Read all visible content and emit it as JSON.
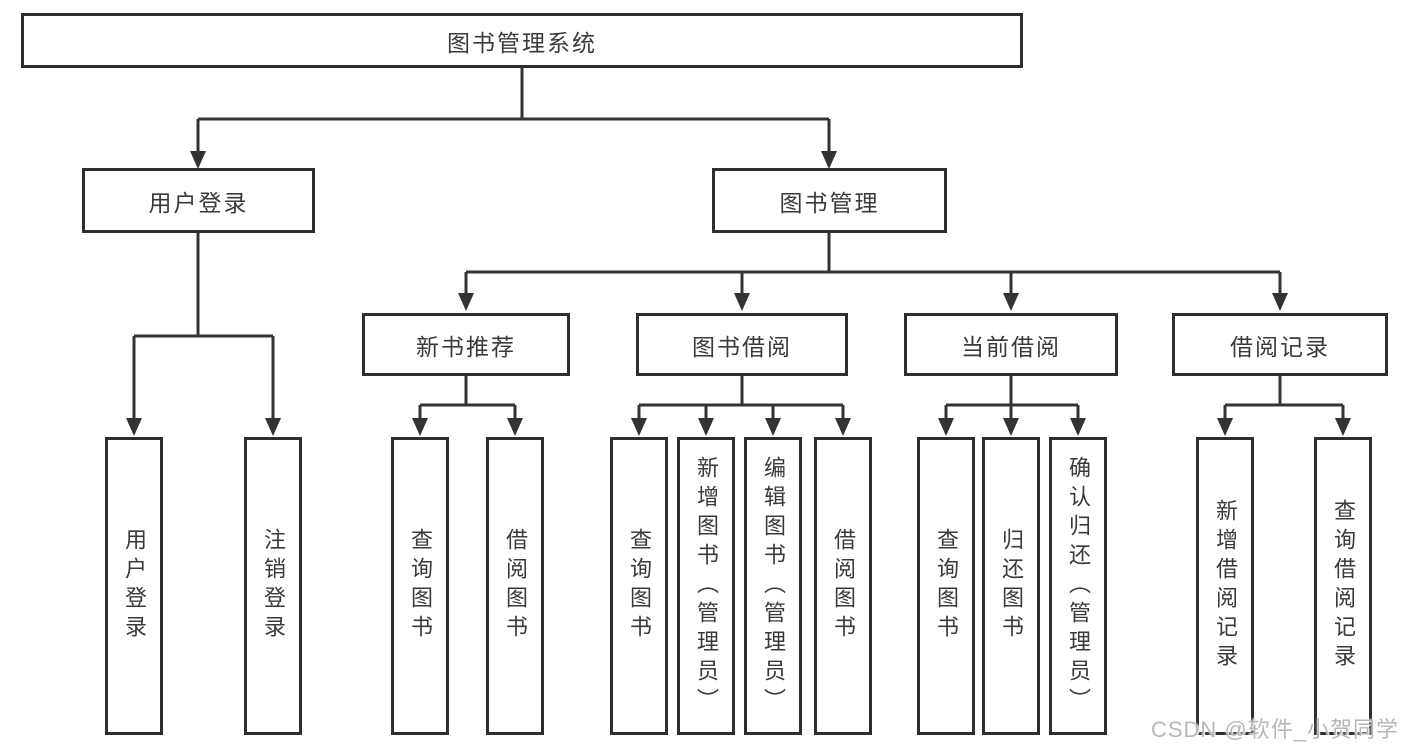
{
  "colors": {
    "line": "#333333",
    "box_border": "#2e2e2e",
    "box_background": "#ffffff",
    "text": "#3a3a3a",
    "watermark_text_color": "#b7b7b7"
  },
  "watermark": {
    "text": "CSDN @软件_小贺同学"
  },
  "tree": {
    "root": {
      "label": "图书管理系统"
    },
    "branches": [
      {
        "label": "用户登录",
        "children": [
          {
            "label": "用户登录"
          },
          {
            "label": "注销登录"
          }
        ]
      },
      {
        "label": "图书管理",
        "children": [
          {
            "label": "新书推荐",
            "children": [
              {
                "label": "查询图书"
              },
              {
                "label": "借阅图书"
              }
            ]
          },
          {
            "label": "图书借阅",
            "children": [
              {
                "label": "查询图书"
              },
              {
                "label": "新增图书（管理员）"
              },
              {
                "label": "编辑图书（管理员）"
              },
              {
                "label": "借阅图书"
              }
            ]
          },
          {
            "label": "当前借阅",
            "children": [
              {
                "label": "查询图书"
              },
              {
                "label": "归还图书"
              },
              {
                "label": "确认归还（管理员）"
              }
            ]
          },
          {
            "label": "借阅记录",
            "children": [
              {
                "label": "新增借阅记录"
              },
              {
                "label": "查询借阅记录"
              }
            ]
          }
        ]
      }
    ]
  }
}
